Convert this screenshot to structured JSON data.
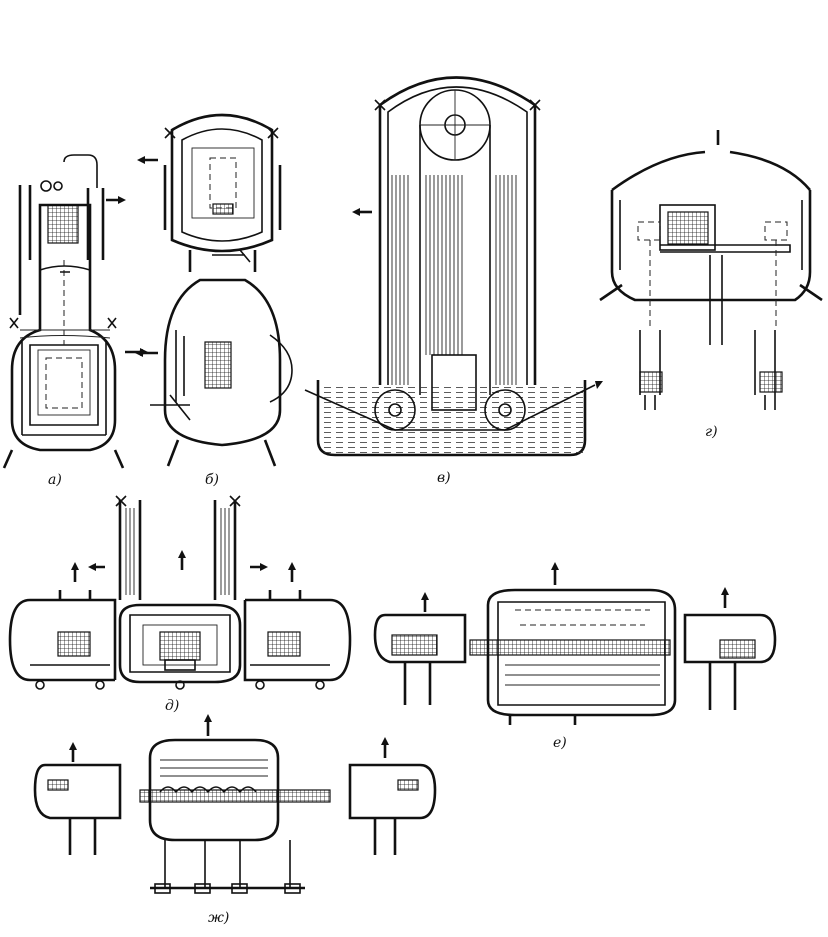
{
  "labels": {
    "a": "а)",
    "b": "б)",
    "v": "в)",
    "g": "г)",
    "d": "д)",
    "e": "е)",
    "zh": "ж)"
  }
}
